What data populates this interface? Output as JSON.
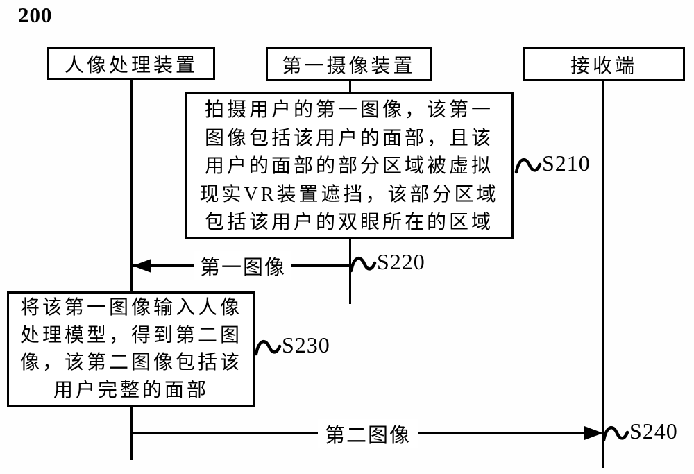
{
  "figure": {
    "ref_label": "200",
    "actors": [
      {
        "label": "人像处理装置"
      },
      {
        "label": "第一摄像装置"
      },
      {
        "label": "接收端"
      }
    ],
    "steps": {
      "s210": {
        "id": "S210",
        "lines": [
          "拍摄用户的第一图像，该第一",
          "图像包括该用户的面部，且该",
          "用户的面部的部分区域被虚拟",
          "现实VR装置遮挡，该部分区域",
          "包括该用户的双眼所在的区域"
        ]
      },
      "s220": {
        "id": "S220",
        "message": "第一图像"
      },
      "s230": {
        "id": "S230",
        "lines": [
          "将该第一图像输入人像",
          "处理模型，得到第二图",
          "像，该第二图像包括该",
          "用户完整的面部"
        ]
      },
      "s240": {
        "id": "S240",
        "message": "第二图像"
      }
    }
  }
}
